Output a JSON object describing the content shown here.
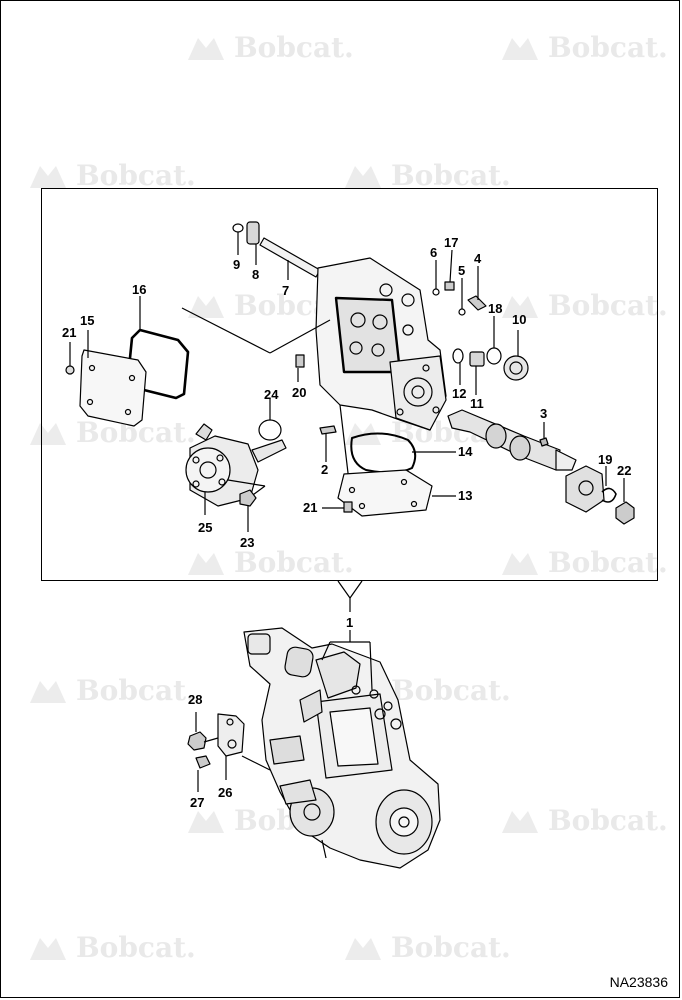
{
  "watermark": {
    "text": "Bobcat."
  },
  "callouts": {
    "c1": "1",
    "c2": "2",
    "c3": "3",
    "c4": "4",
    "c5": "5",
    "c6": "6",
    "c7": "7",
    "c8": "8",
    "c9": "9",
    "c10": "10",
    "c11": "11",
    "c12": "12",
    "c13": "13",
    "c14": "14",
    "c15": "15",
    "c16": "16",
    "c17": "17",
    "c18": "18",
    "c19": "19",
    "c20": "20",
    "c21a": "21",
    "c21b": "21",
    "c22": "22",
    "c23": "23",
    "c24": "24",
    "c25": "25",
    "c26": "26",
    "c27": "27",
    "c28": "28"
  },
  "document_id": "NA23836"
}
